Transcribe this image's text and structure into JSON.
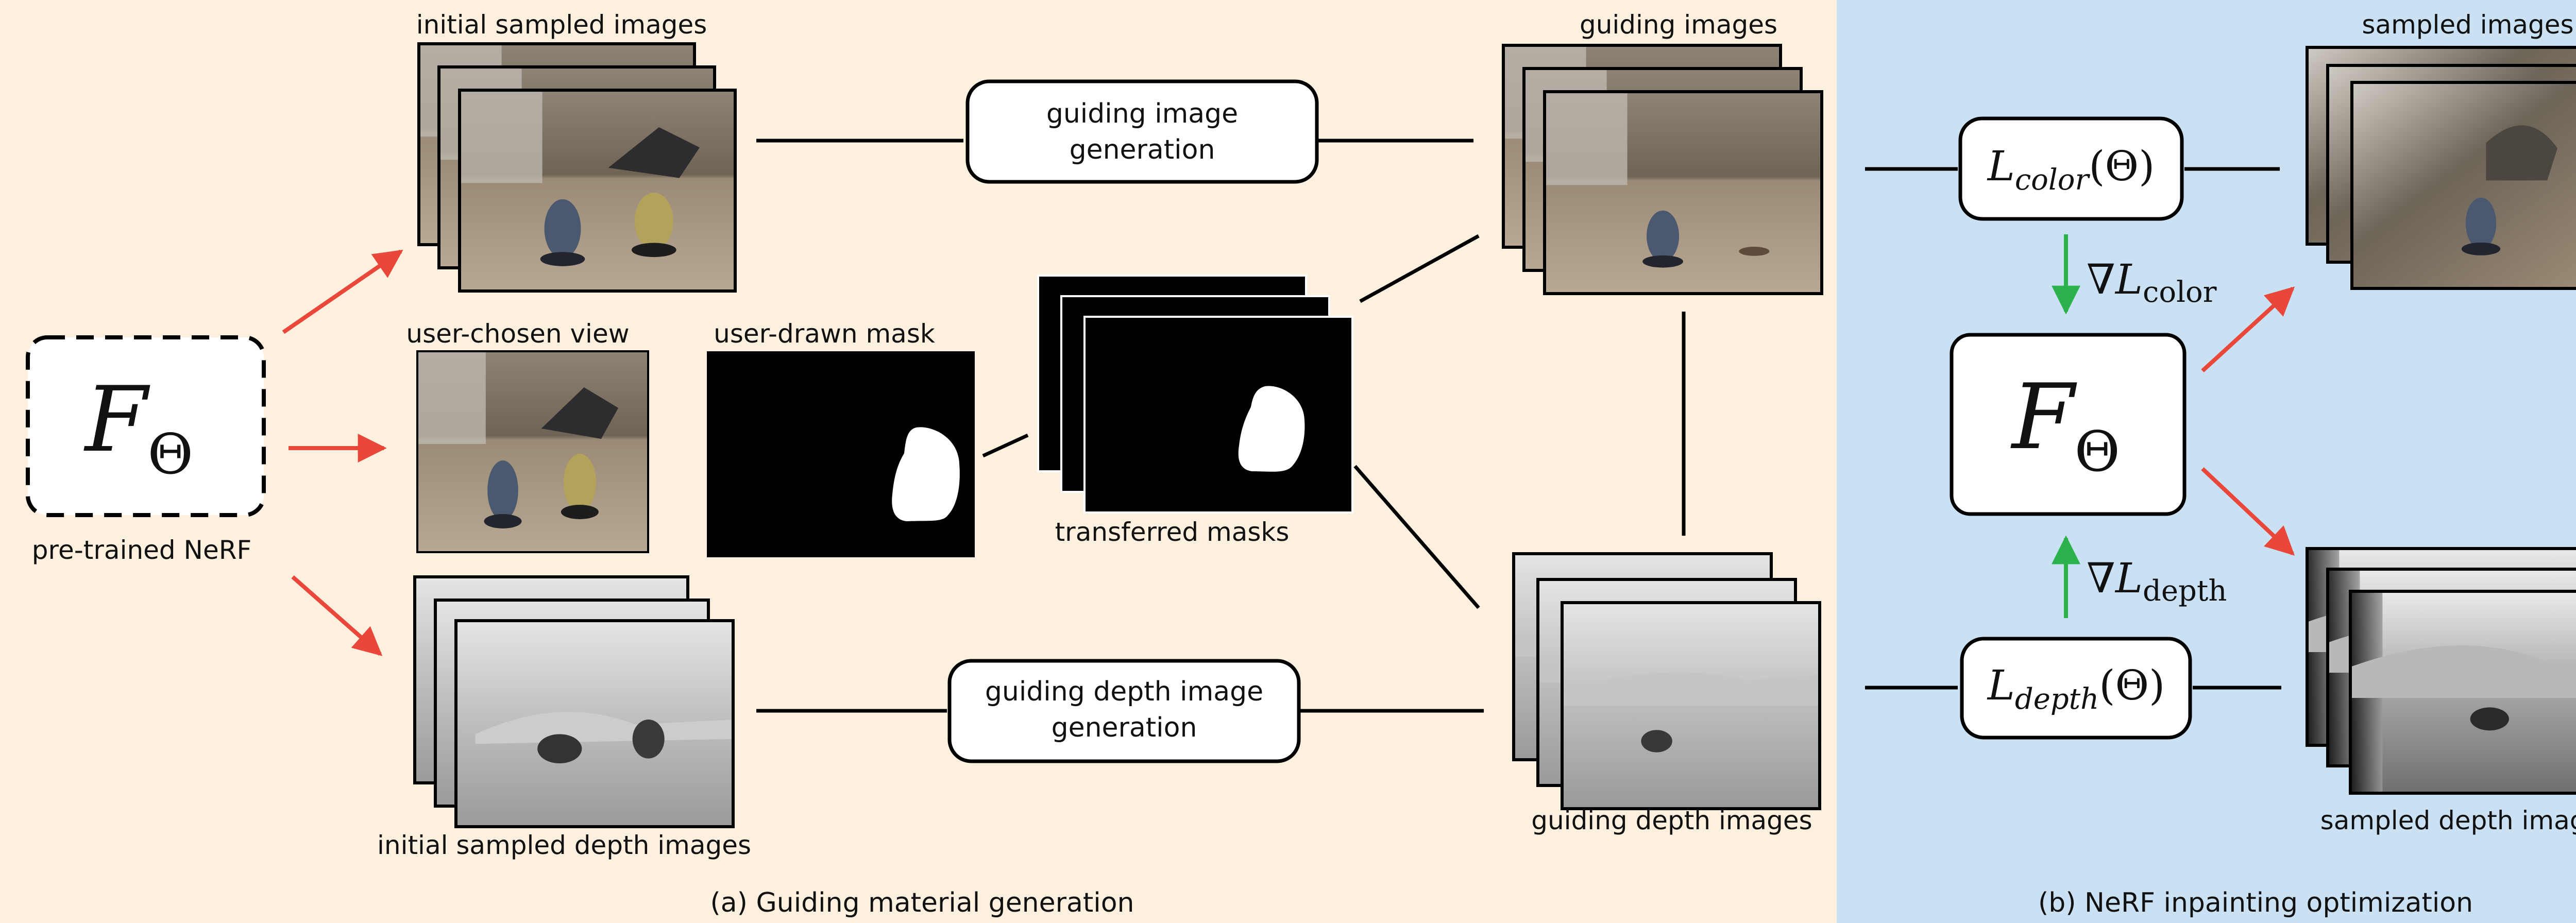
{
  "panel_a": {
    "caption": "(a) Guiding material generation",
    "bg_color": "#fdf0de",
    "labels": {
      "initial_sampled_images": "initial sampled images",
      "user_chosen_view": "user-chosen view",
      "user_drawn_mask": "user-drawn mask",
      "initial_sampled_depth_images": "initial sampled depth images",
      "pretrained_nerf": "pre-trained NeRF",
      "transferred_masks": "transferred masks",
      "guiding_images": "guiding images",
      "guiding_depth_images": "guiding depth images"
    },
    "boxes": {
      "guiding_image_generation": [
        "guiding image",
        "generation"
      ],
      "guiding_depth_image_generation": [
        "guiding depth image",
        "generation"
      ]
    },
    "nerf_symbol": {
      "base": "F",
      "sub": "Θ"
    }
  },
  "panel_b": {
    "caption": "(b) NeRF inpainting optimization",
    "bg_color": "#c9e1f3",
    "labels": {
      "sampled_images": "sampled images",
      "sampled_depth_images": "sampled depth images"
    },
    "loss_color": {
      "base": "L",
      "sub": "color",
      "arg": "(Θ)"
    },
    "loss_depth": {
      "base": "L",
      "sub": "depth",
      "arg": "(Θ)"
    },
    "grad_color": {
      "nabla": "∇",
      "base": "L",
      "sub": "color"
    },
    "grad_depth": {
      "nabla": "∇",
      "base": "L",
      "sub": "depth"
    },
    "nerf_symbol": {
      "base": "F",
      "sub": "Θ"
    }
  },
  "colors": {
    "red_arrow": "#e8473a",
    "green_arrow": "#2bb24c",
    "black_arrow": "#000000"
  }
}
